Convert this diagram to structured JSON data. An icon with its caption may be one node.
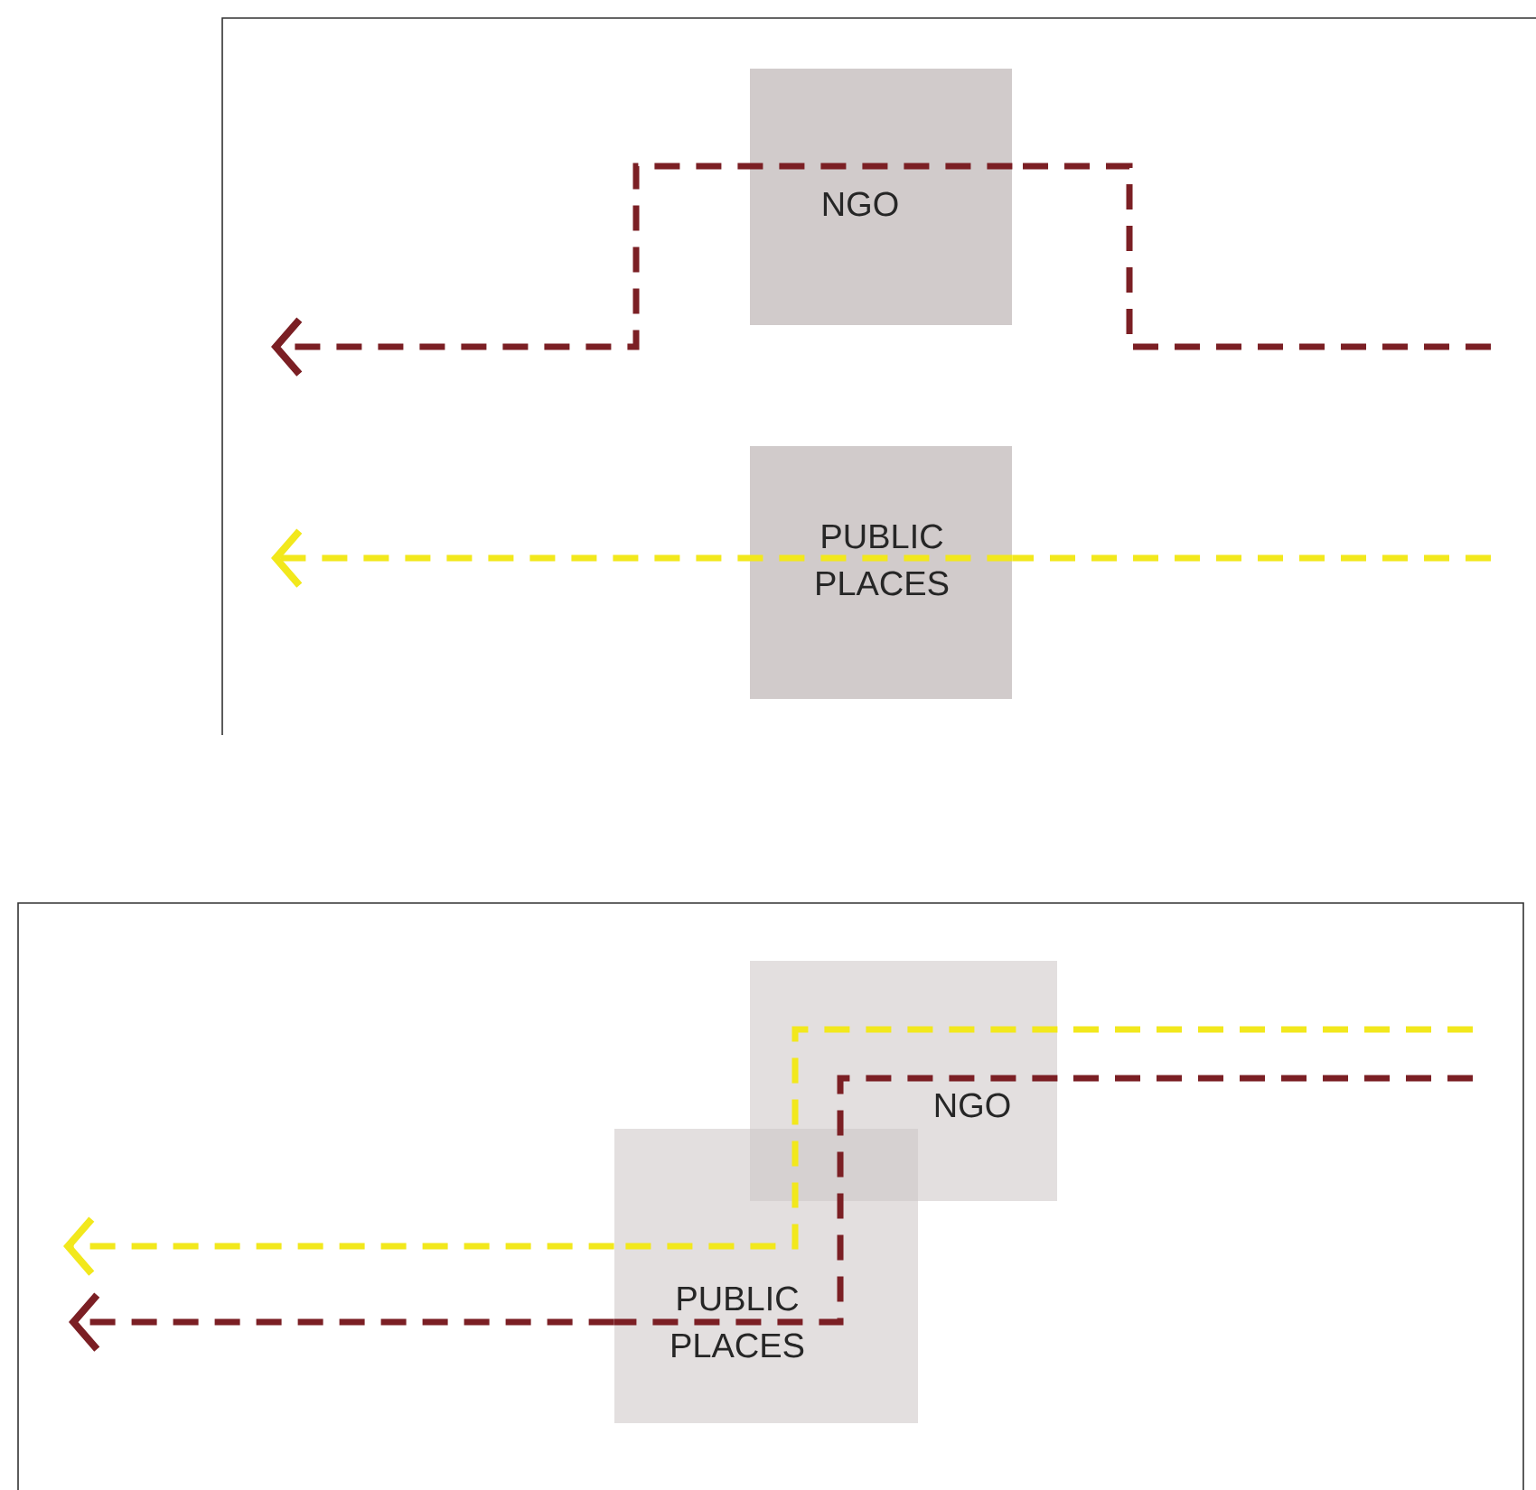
{
  "diagram": {
    "nodes": [
      {
        "text": [
          "NGO"
        ]
      },
      {
        "text": [
          "PUBLIC PLACES"
        ]
      },
      {
        "text": [
          "NGO"
        ]
      },
      {
        "text": [
          "PUBLIC PLACES"
        ]
      }
    ],
    "edges": [
      {
        "from": null,
        "to": 0,
        "arrow": "none",
        "style": "dashed",
        "color": "#7b1f24"
      },
      {
        "from": 0,
        "to": null,
        "arrow": "to",
        "style": "dashed",
        "color": "#7b1f24"
      },
      {
        "from": null,
        "to": 1,
        "arrow": "none",
        "style": "dashed",
        "color": "#f2e81c"
      },
      {
        "from": 1,
        "to": null,
        "arrow": "to",
        "style": "dashed",
        "color": "#f2e81c"
      },
      {
        "from": null,
        "to": 2,
        "arrow": "none",
        "style": "dashed",
        "color": "#f2e81c"
      },
      {
        "from": 2,
        "to": 3,
        "arrow": "none",
        "style": "dashed",
        "color": "#f2e81c"
      },
      {
        "from": 3,
        "to": null,
        "arrow": "to",
        "style": "dashed",
        "color": "#f2e81c"
      },
      {
        "from": null,
        "to": 2,
        "arrow": "none",
        "style": "dashed",
        "color": "#7b1f24"
      },
      {
        "from": 2,
        "to": 3,
        "arrow": "none",
        "style": "dashed",
        "color": "#7b1f24"
      },
      {
        "from": 3,
        "to": null,
        "arrow": "to",
        "style": "dashed",
        "color": "#7b1f24"
      }
    ]
  }
}
